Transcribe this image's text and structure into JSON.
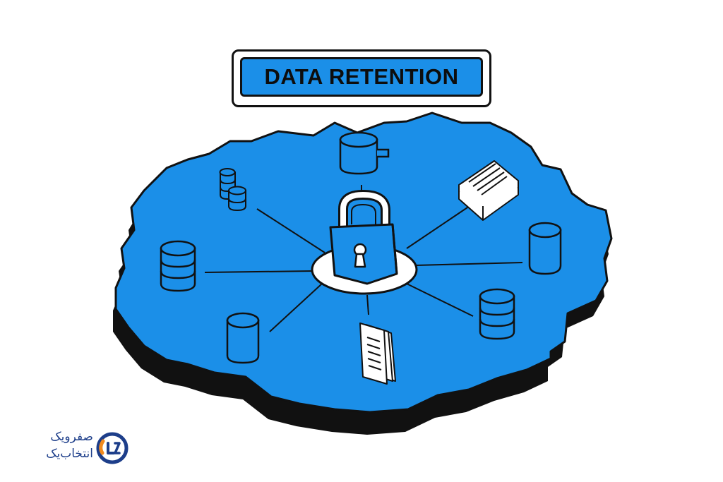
{
  "banner": {
    "title": "DATA RETENTION"
  },
  "colors": {
    "accent_blue": "#1b8fe8",
    "outline": "#111111",
    "brand_navy": "#1d3e8a",
    "brand_orange": "#f28a1e"
  },
  "icons": {
    "center": "padlock-icon",
    "nodes": [
      "database-icon",
      "documents-icon",
      "database-icon",
      "database-stack-icon",
      "documents-icon",
      "database-icon",
      "database-stack-icon",
      "database-stack-icon"
    ]
  },
  "brand": {
    "name_line1": "صفرویک",
    "name_line2": "انتخاب‌یک",
    "logo_icon": "brand-logo-icon"
  }
}
